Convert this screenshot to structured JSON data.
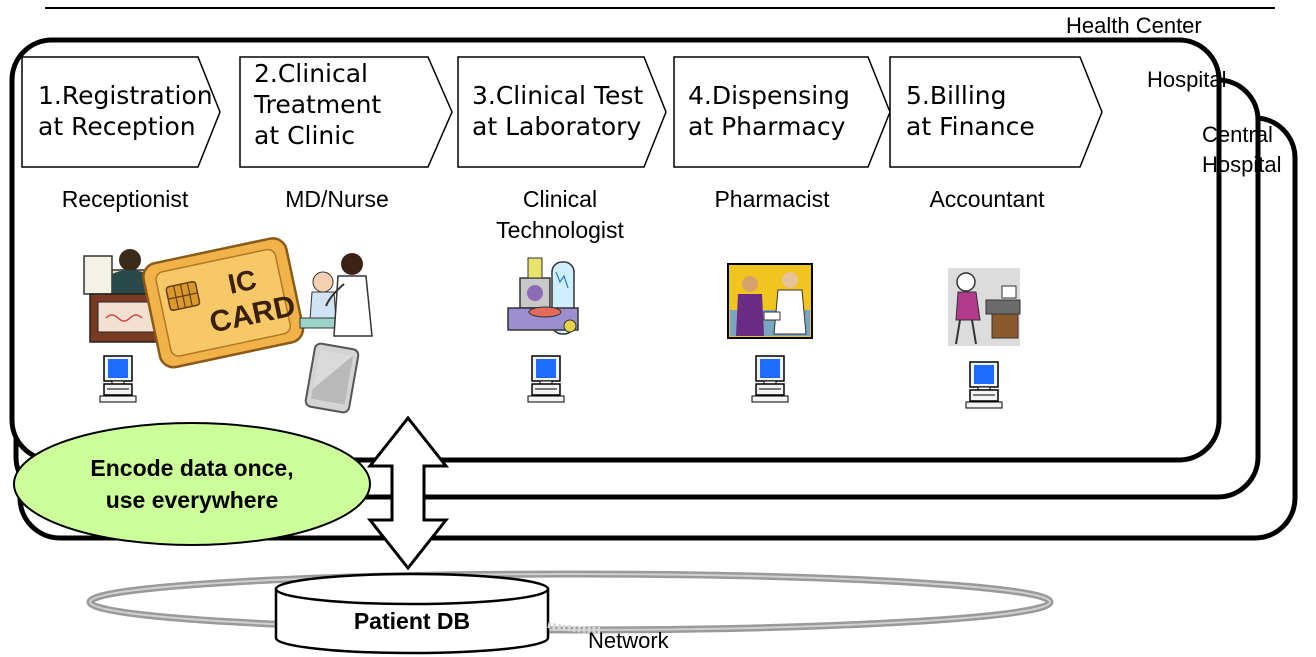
{
  "facilities": [
    "Health Center",
    "Hospital",
    "Central\nHospital"
  ],
  "steps": [
    {
      "lines": [
        "1.Registration",
        "at Reception"
      ],
      "role": [
        "Receptionist"
      ],
      "devices": [
        "desktop-computer"
      ]
    },
    {
      "lines": [
        "2.Clinical",
        "Treatment",
        "at Clinic"
      ],
      "role": [
        "MD/Nurse"
      ],
      "devices": [
        "tablet"
      ]
    },
    {
      "lines": [
        "3.Clinical Test",
        "at Laboratory"
      ],
      "role": [
        "Clinical",
        "Technologist"
      ],
      "devices": [
        "desktop-computer"
      ]
    },
    {
      "lines": [
        "4.Dispensing",
        "at Pharmacy"
      ],
      "role": [
        "Pharmacist"
      ],
      "devices": [
        "desktop-computer"
      ]
    },
    {
      "lines": [
        "5.Billing",
        "at Finance"
      ],
      "role": [
        "Accountant"
      ],
      "devices": [
        "desktop-computer"
      ]
    }
  ],
  "ic_card": {
    "line1": "IC",
    "line2": "CARD"
  },
  "callout": {
    "line1": "Encode data once,",
    "line2": "use everywhere",
    "color": "#ccff99"
  },
  "database": {
    "label": "Patient DB"
  },
  "network": {
    "label": "Network"
  },
  "colors": {
    "border": "#000000",
    "network_ring": "#9a9a9a",
    "card": "#f2b24a",
    "screen": "#1e6bff"
  }
}
